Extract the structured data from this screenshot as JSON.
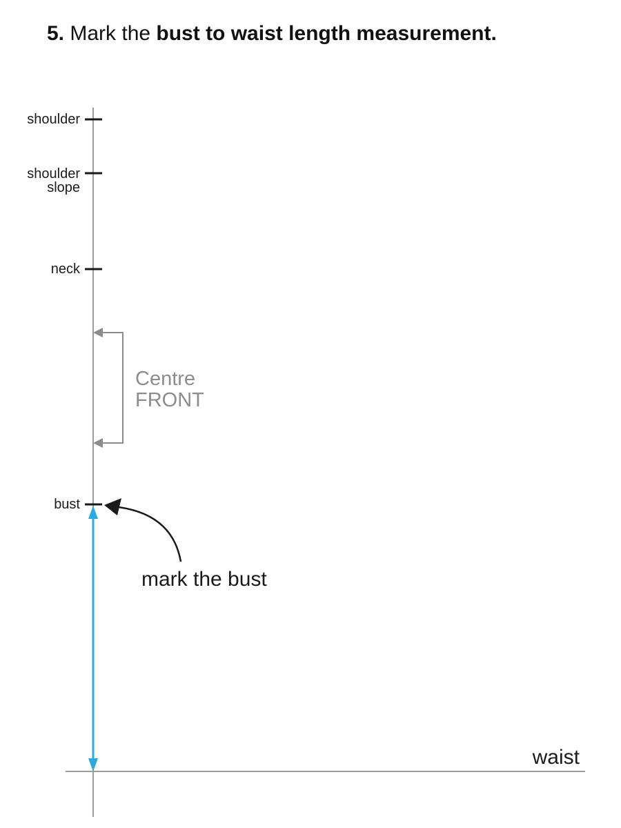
{
  "title": {
    "number": "5.",
    "prefix": " Mark the ",
    "emphasis": "bust to waist length measurement."
  },
  "colors": {
    "ink": "#1a1a1a",
    "line_gray": "#9b9b9b",
    "bracket_gray": "#8c8c8c",
    "accent_blue": "#29abe2",
    "background": "#ffffff"
  },
  "diagram": {
    "labels": {
      "shoulder": "shoulder",
      "shoulder_slope": {
        "line1": "shoulder",
        "line2": "slope"
      },
      "neck": "neck",
      "bust": "bust",
      "centre_front": {
        "line1": "Centre",
        "line2": "FRONT"
      },
      "annotation": "mark the bust",
      "waist": "waist"
    }
  }
}
